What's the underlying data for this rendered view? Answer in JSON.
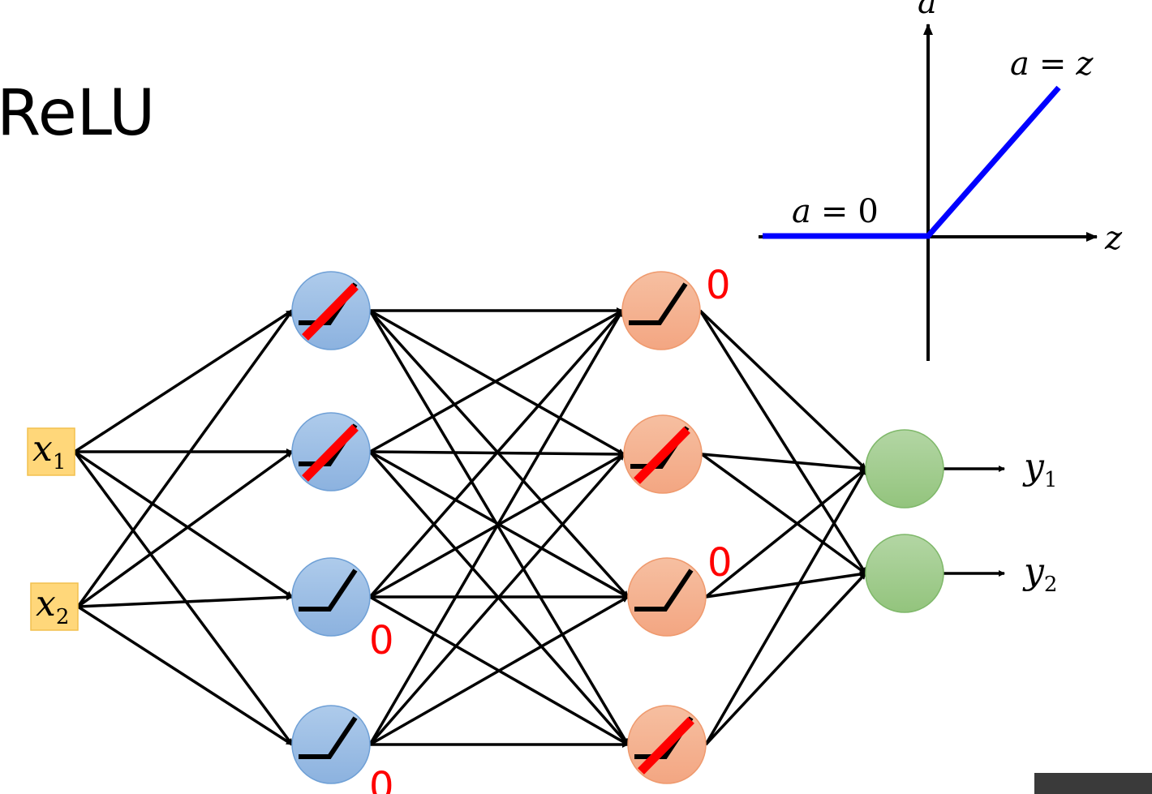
{
  "title": "ReLU",
  "inputs": [
    {
      "symbol": "x",
      "subscript": "1"
    },
    {
      "symbol": "x",
      "subscript": "2"
    }
  ],
  "outputs": [
    {
      "symbol": "y",
      "subscript": "1"
    },
    {
      "symbol": "y",
      "subscript": "2"
    }
  ],
  "zero_label": "0",
  "layer1": [
    {
      "pruned": true,
      "zero": false
    },
    {
      "pruned": true,
      "zero": false
    },
    {
      "pruned": false,
      "zero": true
    },
    {
      "pruned": false,
      "zero": true
    }
  ],
  "layer2": [
    {
      "pruned": false,
      "zero": true
    },
    {
      "pruned": true,
      "zero": false
    },
    {
      "pruned": false,
      "zero": true
    },
    {
      "pruned": true,
      "zero": false
    }
  ],
  "inset": {
    "y_axis_label": "a",
    "x_axis_label": "z",
    "positive_label": {
      "lhs": "a",
      "op": "=",
      "rhs": "z"
    },
    "negative_label": {
      "lhs": "a",
      "op": "=",
      "rhs": "0"
    }
  },
  "colors": {
    "layer1_fill": "#8fb4e0",
    "layer2_fill": "#f4a987",
    "output_fill": "#9cc886",
    "input_fill": "#ffd77a",
    "relu_line": "#0000ff",
    "prune_mark": "#ff0000"
  }
}
